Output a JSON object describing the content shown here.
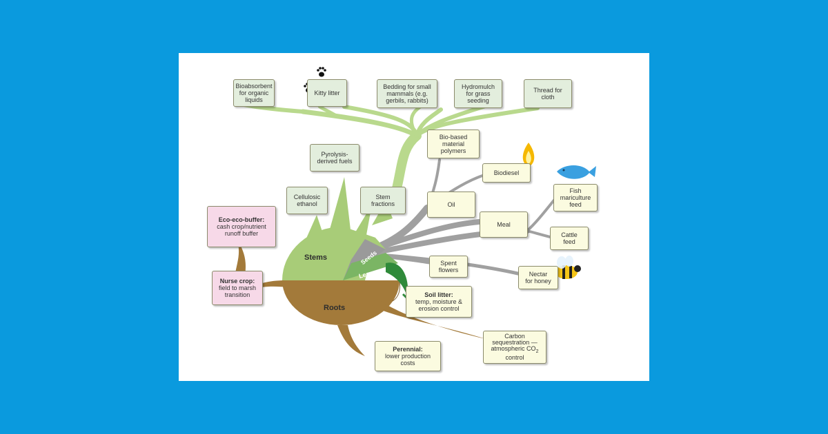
{
  "colors": {
    "background": "#0a9ade",
    "card": "#ffffff",
    "stems": "#a8cc78",
    "seeds": "#9a9a9a",
    "leaves": "#2f8a3a",
    "roots": "#a37a3a",
    "box_green": "#e3eedd",
    "box_yellow": "#fbfbe0",
    "box_pink": "#f7d9e8"
  },
  "hub": {
    "stems": "Stems",
    "seeds": "Seeds",
    "leaves": "Leaves",
    "roots": "Roots"
  },
  "nodes": {
    "biosorbent": "Bioabsorbent\nfor organic\nliquids",
    "kitty_litter": "Kitty litter",
    "bedding": "Bedding for small\nmammals (e.g.\ngerbils, rabbits)",
    "hydromulch": "Hydromulch\nfor grass\nseeding",
    "thread": "Thread for\ncloth",
    "pyrolysis": "Pyrolysis-\nderived fuels",
    "cellulosic": "Cellulosic\nethanol",
    "stem_fractions": "Stem\nfractions",
    "bio_polymers": "Bio-based\nmaterial\npolymers",
    "biodiesel": "Biodiesel",
    "oil": "Oil",
    "fish_feed": "Fish\nmariculture\nfeed",
    "meal": "Meal",
    "cattle_feed": "Cattle\nfeed",
    "spent_flowers": "Spent\nflowers",
    "nectar": "Nectar\nfor honey",
    "eco_buffer_title": "Eco-eco-buffer:",
    "eco_buffer_desc": "cash crop/nutrient\nrunoff buffer",
    "nurse_crop_title": "Nurse crop:",
    "nurse_crop_desc": "field to marsh\ntransition",
    "soil_litter_title": "Soil litter:",
    "soil_litter_desc": "temp, moisture &\nerosion control",
    "perennial_title": "Perennial:",
    "perennial_desc": "lower production\ncosts",
    "carbon_line1": "Carbon",
    "carbon_line2": "sequestration —",
    "carbon_line3": "atmospheric CO",
    "carbon_sub": "2",
    "carbon_line4": "control"
  },
  "icons": [
    "paw-print-icon",
    "flame-icon",
    "fish-icon",
    "bee-icon"
  ]
}
